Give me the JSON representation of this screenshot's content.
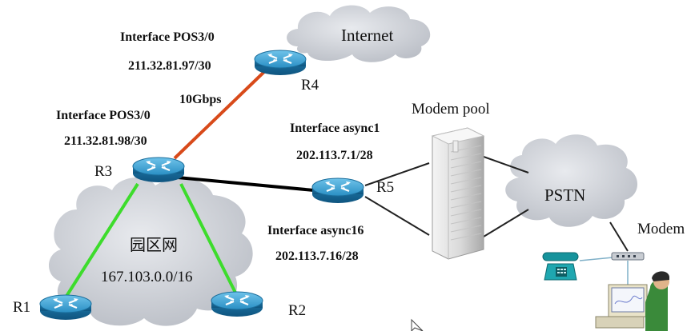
{
  "cloud_internet": "Internet",
  "cloud_pstn": "PSTN",
  "campus": {
    "name": "园区网",
    "network": "167.103.0.0/16"
  },
  "r4": {
    "label": "R4",
    "interface": "Interface POS3/0",
    "ip": "211.32.81.97/30"
  },
  "r3": {
    "label": "R3",
    "interface": "Interface POS3/0",
    "ip": "211.32.81.98/30"
  },
  "link_r3_r4": "10Gbps",
  "r5": {
    "label": "R5",
    "interface_top": "Interface async1",
    "ip_top": "202.113.7.1/28",
    "interface_bottom": "Interface async16",
    "ip_bottom": "202.113.7.16/28"
  },
  "r1": {
    "label": "R1"
  },
  "r2": {
    "label": "R2"
  },
  "modem_pool": "Modem pool",
  "modem": "Modem",
  "colors": {
    "link_r3_r4": "#d84a1a",
    "link_campus": "#3ddc2c",
    "link_r3_r5": "#000000",
    "router": "#2a8fc4"
  }
}
